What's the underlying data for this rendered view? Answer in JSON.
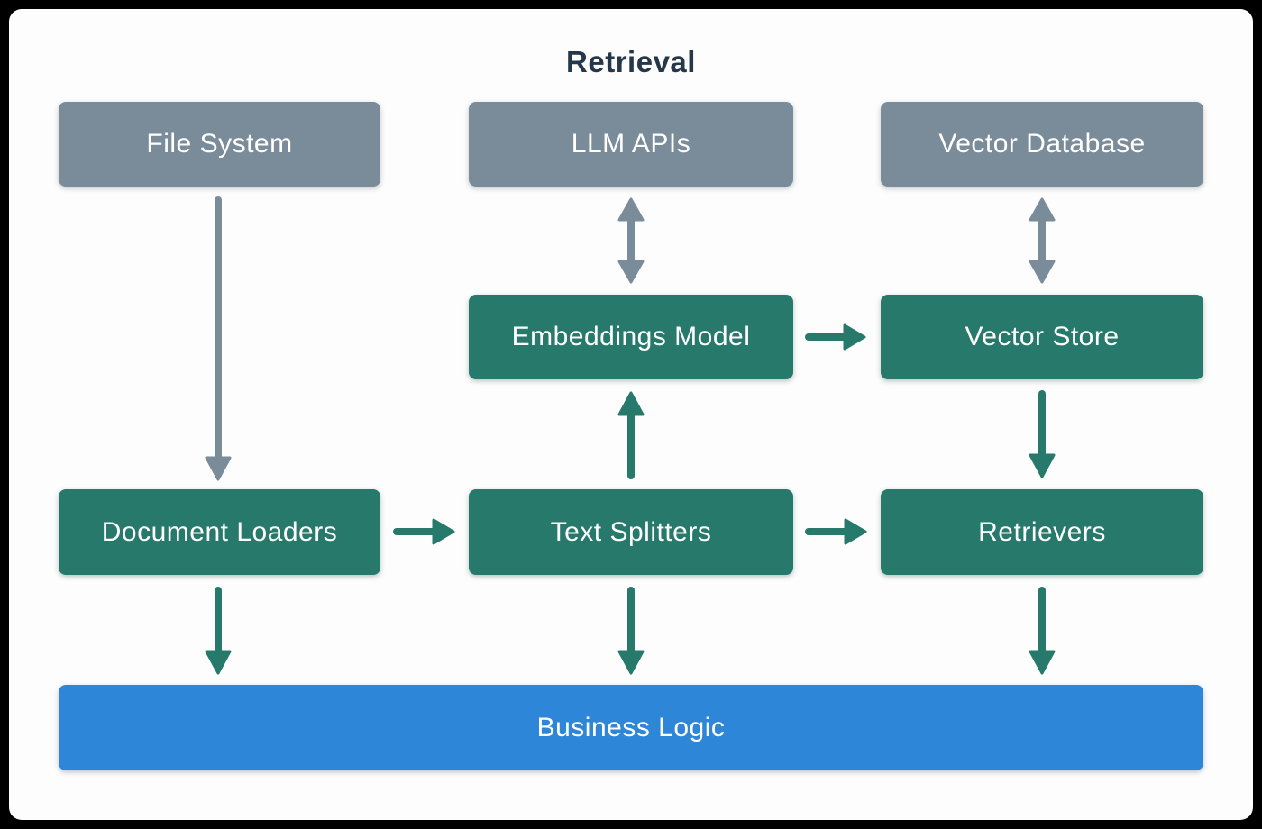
{
  "diagram": {
    "title": "Retrieval",
    "nodes": {
      "file_system": {
        "label": "File System",
        "type": "external"
      },
      "llm_apis": {
        "label": "LLM APIs",
        "type": "external"
      },
      "vector_database": {
        "label": "Vector Database",
        "type": "external"
      },
      "embeddings_model": {
        "label": "Embeddings Model",
        "type": "component"
      },
      "vector_store": {
        "label": "Vector Store",
        "type": "component"
      },
      "document_loaders": {
        "label": "Document Loaders",
        "type": "component"
      },
      "text_splitters": {
        "label": "Text Splitters",
        "type": "component"
      },
      "retrievers": {
        "label": "Retrievers",
        "type": "component"
      },
      "business_logic": {
        "label": "Business Logic",
        "type": "application"
      }
    },
    "edges": [
      {
        "from": "File System",
        "to": "Document Loaders",
        "color": "gray",
        "direction": "down"
      },
      {
        "from": "LLM APIs",
        "to": "Embeddings Model",
        "color": "gray",
        "direction": "bidirectional"
      },
      {
        "from": "Vector Database",
        "to": "Vector Store",
        "color": "gray",
        "direction": "bidirectional"
      },
      {
        "from": "Embeddings Model",
        "to": "Vector Store",
        "color": "green",
        "direction": "right"
      },
      {
        "from": "Text Splitters",
        "to": "Embeddings Model",
        "color": "green",
        "direction": "up"
      },
      {
        "from": "Vector Store",
        "to": "Retrievers",
        "color": "green",
        "direction": "down"
      },
      {
        "from": "Document Loaders",
        "to": "Text Splitters",
        "color": "green",
        "direction": "right"
      },
      {
        "from": "Text Splitters",
        "to": "Retrievers",
        "color": "green",
        "direction": "right"
      },
      {
        "from": "Document Loaders",
        "to": "Business Logic",
        "color": "green",
        "direction": "down"
      },
      {
        "from": "Text Splitters",
        "to": "Business Logic",
        "color": "green",
        "direction": "down"
      },
      {
        "from": "Retrievers",
        "to": "Business Logic",
        "color": "green",
        "direction": "down"
      }
    ],
    "colors": {
      "external_box": "#7a8b99",
      "component_box": "#26796b",
      "application_box": "#2e86d8",
      "box_text": "#ffffff",
      "title_text": "#24384a",
      "arrow_gray": "#7a8b99",
      "arrow_green": "#26796b",
      "card_background": "#fdfdfd",
      "frame_background": "#000000"
    }
  }
}
